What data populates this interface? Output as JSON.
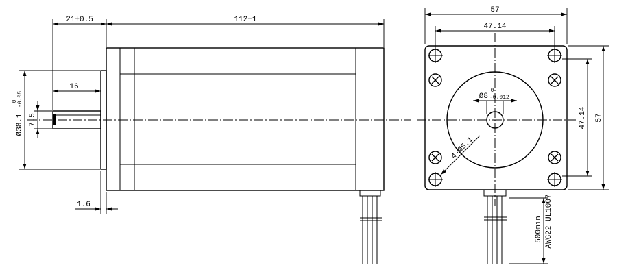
{
  "side_view": {
    "dim_flange_thickness": "21±0.5",
    "dim_body_length": "112±1",
    "dim_shaft_length": "16",
    "dim_flat_height": "7.5",
    "dim_pilot_diameter": "Ø38.1",
    "dim_pilot_tol_upper": "0",
    "dim_pilot_tol_lower": "-0.05",
    "dim_pilot_step": "1.6"
  },
  "front_view": {
    "dim_overall_width": "57",
    "dim_hole_spacing_h": "47.14",
    "dim_hole_spacing_v": "47.14",
    "dim_overall_height": "57",
    "dim_shaft_diameter": "Ø8",
    "dim_shaft_tol_upper": "0",
    "dim_shaft_tol_lower": "-0.012",
    "dim_mount_holes": "4-Ø5.1",
    "lead_length": "500min",
    "lead_spec": "AWG22 UL1007"
  }
}
